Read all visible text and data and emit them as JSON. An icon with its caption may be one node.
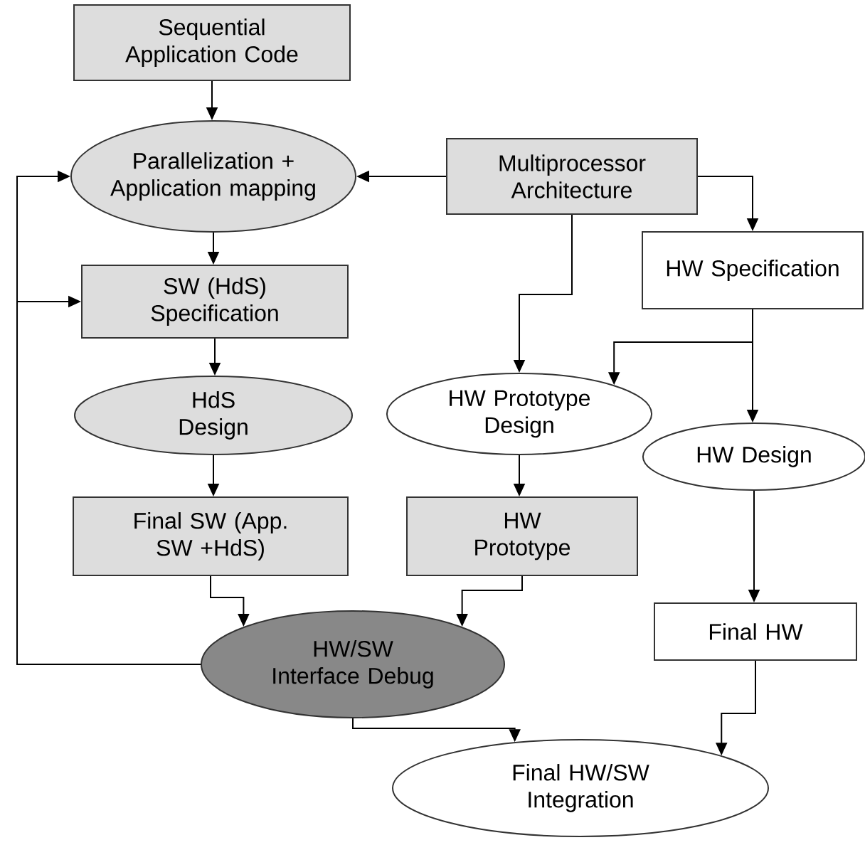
{
  "diagram": {
    "nodes": [
      {
        "text": [
          "Sequential Application Code"
        ]
      },
      {
        "text": [
          "Parallelization + Application mapping"
        ]
      },
      {
        "text": [
          "Multiprocessor Architecture"
        ]
      },
      {
        "text": [
          "SW (HdS) Specification"
        ]
      },
      {
        "text": [
          "HW Specification"
        ]
      },
      {
        "text": [
          "HdS Design"
        ]
      },
      {
        "text": [
          "HW Prototype Design"
        ]
      },
      {
        "text": [
          "HW Design"
        ]
      },
      {
        "text": [
          "Final SW (App. SW +HdS)"
        ]
      },
      {
        "text": [
          "HW Prototype"
        ]
      },
      {
        "text": [
          "HW/SW Interface Debug"
        ]
      },
      {
        "text": [
          "Final HW"
        ]
      },
      {
        "text": [
          "Final HW/SW Integration"
        ]
      }
    ],
    "edges": [
      {
        "from": 0,
        "to": 1,
        "arrow": "to"
      },
      {
        "from": 2,
        "to": 1,
        "arrow": "to"
      },
      {
        "from": 1,
        "to": 3,
        "arrow": "to"
      },
      {
        "from": 3,
        "to": 5,
        "arrow": "to"
      },
      {
        "from": 5,
        "to": 8,
        "arrow": "to"
      },
      {
        "from": 8,
        "to": 10,
        "arrow": "to"
      },
      {
        "from": 10,
        "to": 1,
        "arrow": "to"
      },
      {
        "from": 10,
        "to": 3,
        "arrow": "to"
      },
      {
        "from": 2,
        "to": 4,
        "arrow": "to"
      },
      {
        "from": 2,
        "to": 6,
        "arrow": "to"
      },
      {
        "from": 4,
        "to": 6,
        "arrow": "to"
      },
      {
        "from": 4,
        "to": 7,
        "arrow": "to"
      },
      {
        "from": 6,
        "to": 9,
        "arrow": "to"
      },
      {
        "from": 9,
        "to": 10,
        "arrow": "to"
      },
      {
        "from": 7,
        "to": 11,
        "arrow": "to"
      },
      {
        "from": 11,
        "to": 12,
        "arrow": "to"
      },
      {
        "from": 10,
        "to": 12,
        "arrow": "to"
      }
    ]
  }
}
